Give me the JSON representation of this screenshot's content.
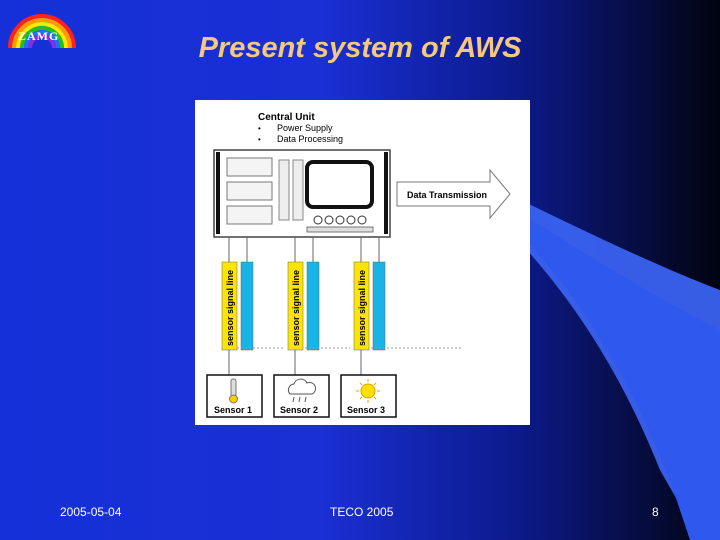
{
  "slide": {
    "logo_text": "ZAMG",
    "title": "Present system of AWS",
    "footer_date": "2005-05-04",
    "footer_center": "TECO 2005",
    "page_number": "8"
  },
  "diagram": {
    "central_unit": {
      "title": "Central Unit",
      "items": [
        "Power Supply",
        "Data Processing"
      ]
    },
    "transmission_label": "Data Transmission",
    "signal_line_label": "sensor signal line",
    "sensors": [
      {
        "label": "Sensor 1",
        "icon": "thermometer-icon"
      },
      {
        "label": "Sensor 2",
        "icon": "rain-cloud-icon"
      },
      {
        "label": "Sensor 3",
        "icon": "sun-icon"
      }
    ]
  },
  "colors": {
    "background": "#1a2fd4",
    "title": "#f4c880",
    "signal_line": "#ffe400",
    "cable": "#19b4e6"
  }
}
